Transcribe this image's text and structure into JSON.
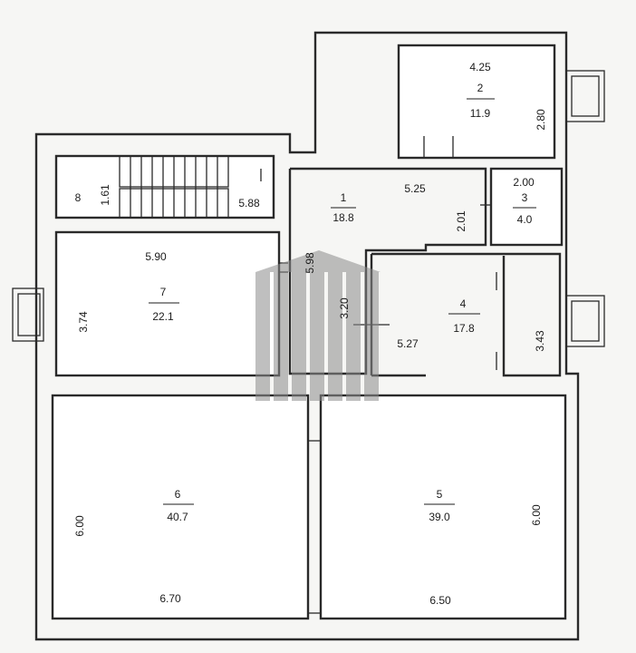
{
  "rooms": [
    {
      "id": "2",
      "area": "11.9",
      "top_dim": "4.25",
      "side_dim": "2.80"
    },
    {
      "id": "1",
      "area": "18.8",
      "top_dim": "5.25",
      "side_dim": "2.01"
    },
    {
      "id": "3",
      "area": "4.0",
      "top_dim": "2.00"
    },
    {
      "id": "8",
      "side_dim": "1.61",
      "length_dim": "5.88"
    },
    {
      "id": "7",
      "area": "22.1",
      "top_dim": "5.90",
      "side_dim": "3.74"
    },
    {
      "id": "4",
      "area": "17.8",
      "width_dim": "5.27",
      "side_dim": "3.43",
      "left_dim": "3.20"
    },
    {
      "id": "6",
      "area": "40.7",
      "bottom_dim": "6.70",
      "side_dim": "6.00"
    },
    {
      "id": "5",
      "area": "39.0",
      "bottom_dim": "6.50",
      "side_dim": "6.00"
    }
  ],
  "corridor_dim": "5.98"
}
